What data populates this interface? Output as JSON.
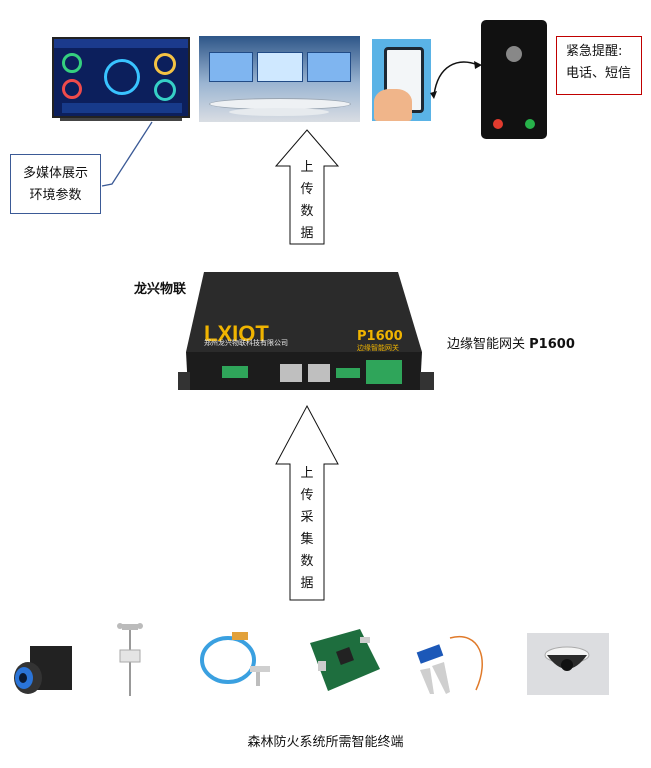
{
  "labels": {
    "alert_line1": "紧急提醒:",
    "alert_line2": "电话、短信",
    "media_line1": "多媒体展示",
    "media_line2": "环境参数",
    "upload_top": [
      "上",
      "传",
      "数",
      "据"
    ],
    "upload_bottom": [
      "上",
      "传",
      "采",
      "集",
      "数",
      "据"
    ],
    "brand": "龙兴物联",
    "gateway_prefix": "边缘智能网关",
    "gateway_model": "P1600",
    "device_logo": "LXIOT",
    "device_company": "郑州龙兴物联科技有限公司",
    "device_model": "P1600",
    "device_sub": "边缘智能网关",
    "caption": "森林防火系统所需智能终端"
  },
  "colors": {
    "alert_border": "#c00000",
    "media_border": "#3b5a96",
    "device_body": "#1c1c1c",
    "device_accent": "#f0b400",
    "terminal_green": "#2fa55a"
  },
  "icons": {
    "tv": "dashboard-tv-icon",
    "room": "control-room-icon",
    "hand_phone": "hand-phone-icon",
    "call_phone": "incoming-call-phone-icon",
    "camera": "camera-icon",
    "weather_station": "weather-station-icon",
    "temp_probe": "temperature-probe-icon",
    "circuit_board": "circuit-board-icon",
    "soil_sensor": "soil-sensor-icon",
    "dome_camera": "dome-camera-icon"
  }
}
